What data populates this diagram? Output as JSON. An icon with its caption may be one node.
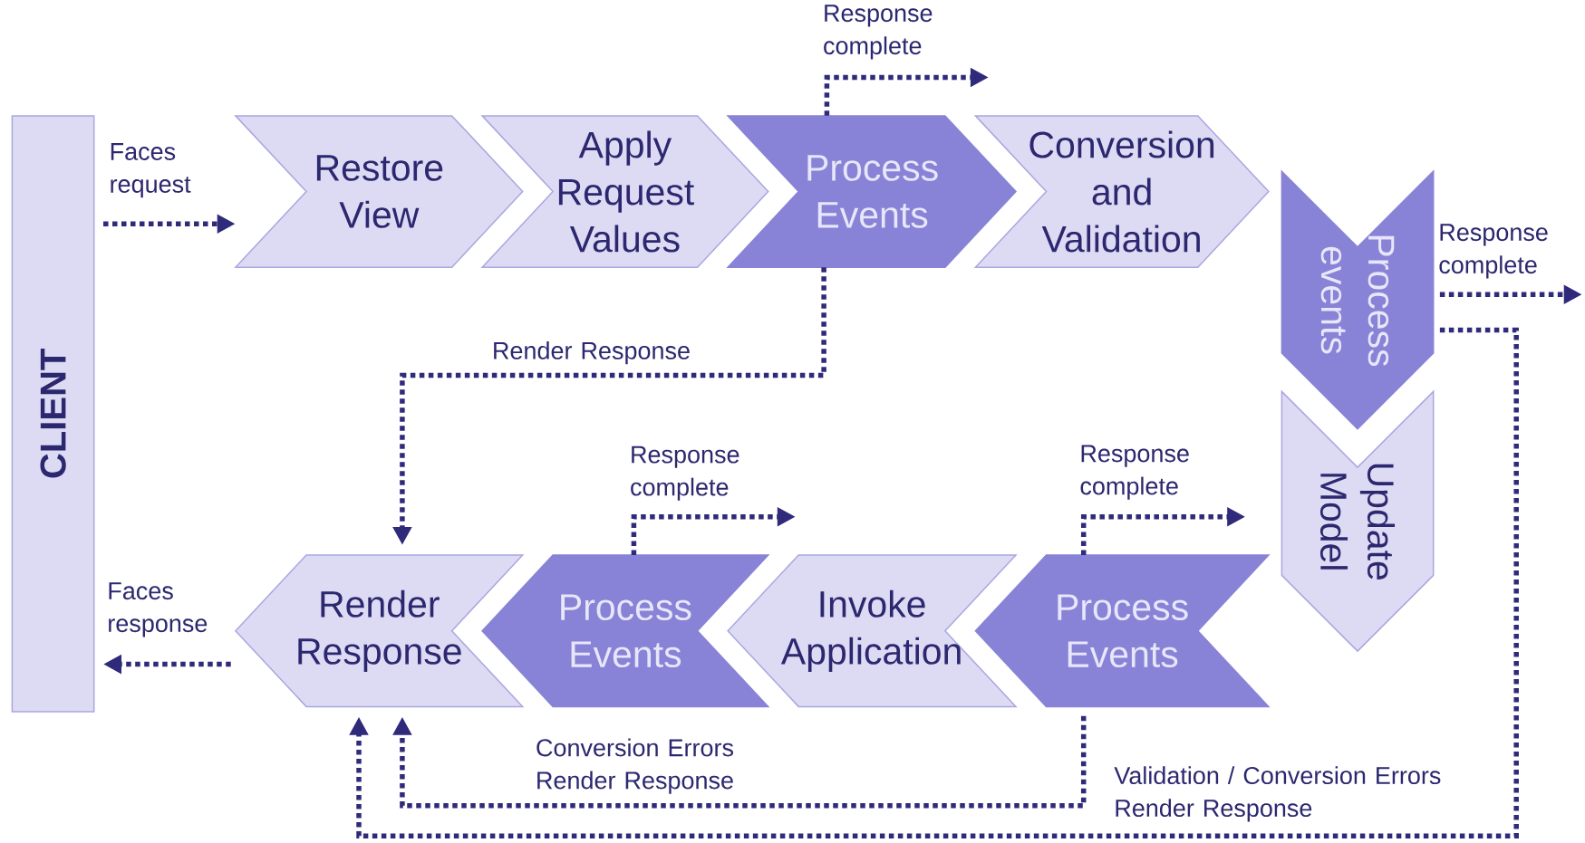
{
  "diagram": {
    "nodes": [
      {
        "text": [
          "CLIENT"
        ]
      },
      {
        "text": [
          "Restore View"
        ]
      },
      {
        "text": [
          "Apply Request Values"
        ]
      },
      {
        "text": [
          "Process Events"
        ]
      },
      {
        "text": [
          "Conversion and Validation"
        ]
      },
      {
        "text": [
          "Process events"
        ]
      },
      {
        "text": [
          "Update Model"
        ]
      },
      {
        "text": [
          "Process Events"
        ]
      },
      {
        "text": [
          "Invoke Application"
        ]
      },
      {
        "text": [
          "Process Events"
        ]
      },
      {
        "text": [
          "Render Response"
        ]
      }
    ],
    "edges": [
      {
        "from": 0,
        "to": 1,
        "arrow": "to",
        "label": "Faces request"
      },
      {
        "from": 3,
        "to": null,
        "arrow": "to",
        "label": "Response complete"
      },
      {
        "from": 3,
        "to": 10,
        "arrow": "to",
        "label": "Render Response"
      },
      {
        "from": 5,
        "to": null,
        "arrow": "to",
        "label": "Response complete"
      },
      {
        "from": 5,
        "to": 10,
        "arrow": "to",
        "label": "Validation / Conversion Errors Render Response"
      },
      {
        "from": 9,
        "to": null,
        "arrow": "to",
        "label": "Response complete"
      },
      {
        "from": 7,
        "to": null,
        "arrow": "to",
        "label": "Response complete"
      },
      {
        "from": 7,
        "to": 10,
        "arrow": "to",
        "label": "Conversion Errors Render Response"
      },
      {
        "from": 10,
        "to": 0,
        "arrow": "to",
        "label": "Faces response"
      }
    ]
  }
}
